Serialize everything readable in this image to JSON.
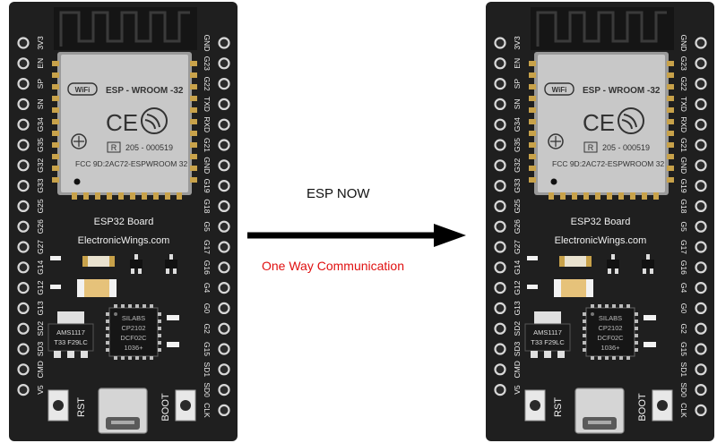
{
  "protocol_label": "ESP NOW",
  "direction_label": "One Way Communication",
  "colors": {
    "board": "#1f1f1f",
    "module_shield": "#c8c8c8",
    "gold": "#c8a24a",
    "arrow": "#000000",
    "direction_text": "#e01010"
  },
  "boards": [
    {
      "module": {
        "wifi_logo": "WiFi",
        "model": "ESP - WROOM -32",
        "ce_mark": "CE",
        "r_box": "R",
        "cert_code": "205 - 000519",
        "fcc_id": "FCC 9D:2AC72-ESPWROOM 32"
      },
      "board_name": "ESP32 Board",
      "website": "ElectronicWings.com",
      "left_pins": [
        "3V3",
        "EN",
        "SP",
        "SN",
        "G34",
        "G35",
        "G32",
        "G33",
        "G25",
        "G26",
        "G27",
        "G14",
        "G12",
        "G13",
        "SD2",
        "SD3",
        "CMD",
        "V5"
      ],
      "right_pins": [
        "GND",
        "G23",
        "G22",
        "TXD",
        "RXD",
        "G21",
        "GND",
        "G19",
        "G18",
        "G5",
        "G17",
        "G16",
        "G4",
        "G0",
        "G2",
        "G15",
        "SD1",
        "SD0",
        "CLK"
      ],
      "regulator": [
        "AMS1117",
        "T33 F29LC"
      ],
      "usb_chip": [
        "SILABS",
        "CP2102",
        "DCF02C",
        "1036+"
      ],
      "rst_label": "RST",
      "boot_label": "BOOT"
    },
    {
      "module": {
        "wifi_logo": "WiFi",
        "model": "ESP - WROOM -32",
        "ce_mark": "CE",
        "r_box": "R",
        "cert_code": "205 - 000519",
        "fcc_id": "FCC 9D:2AC72-ESPWROOM 32"
      },
      "board_name": "ESP32 Board",
      "website": "ElectronicWings.com",
      "left_pins": [
        "3V3",
        "EN",
        "SP",
        "SN",
        "G34",
        "G35",
        "G32",
        "G33",
        "G25",
        "G26",
        "G27",
        "G14",
        "G12",
        "G13",
        "SD2",
        "SD3",
        "CMD",
        "V5"
      ],
      "right_pins": [
        "GND",
        "G23",
        "G22",
        "TXD",
        "RXD",
        "G21",
        "GND",
        "G19",
        "G18",
        "G5",
        "G17",
        "G16",
        "G4",
        "G0",
        "G2",
        "G15",
        "SD1",
        "SD0",
        "CLK"
      ],
      "regulator": [
        "AMS1117",
        "T33 F29LC"
      ],
      "usb_chip": [
        "SILABS",
        "CP2102",
        "DCF02C",
        "1036+"
      ],
      "rst_label": "RST",
      "boot_label": "BOOT"
    }
  ]
}
